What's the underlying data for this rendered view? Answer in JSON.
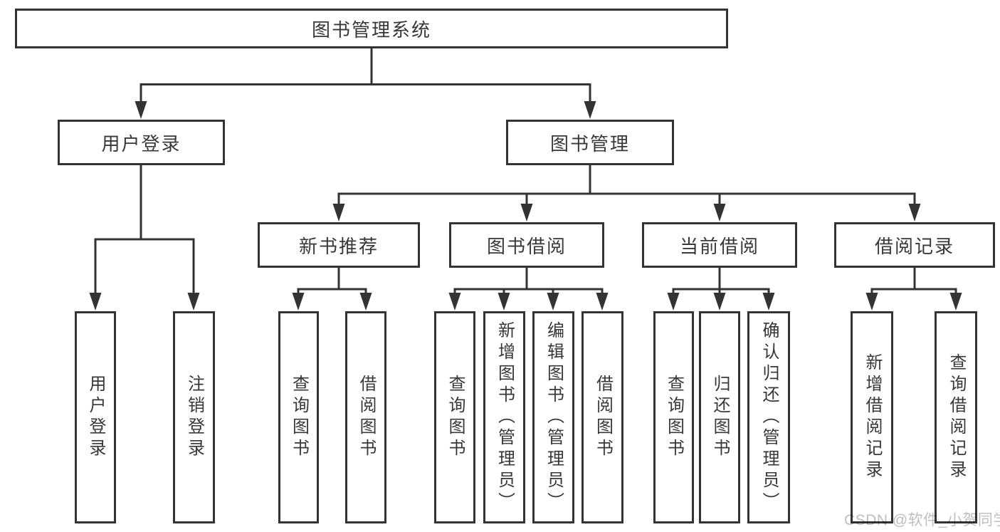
{
  "tree": {
    "root": "图书管理系统",
    "branches": [
      {
        "label": "用户登录",
        "leaves": [
          "用户登录",
          "注销登录"
        ]
      },
      {
        "label": "图书管理",
        "groups": [
          {
            "label": "新书推荐",
            "leaves": [
              "查询图书",
              "借阅图书"
            ]
          },
          {
            "label": "图书借阅",
            "leaves": [
              "查询图书",
              "新增图书（管理员）",
              "编辑图书（管理员）",
              "借阅图书"
            ]
          },
          {
            "label": "当前借阅",
            "leaves": [
              "查询图书",
              "归还图书",
              "确认归还（管理员）"
            ]
          },
          {
            "label": "借阅记录",
            "leaves": [
              "新增借阅记录",
              "查询借阅记录"
            ]
          }
        ]
      }
    ]
  },
  "watermark": "CSDN @软件_小贺同学",
  "colors": {
    "line": "#333333",
    "text": "#383838",
    "watermark": "#bfbfbf",
    "background": "#ffffff"
  }
}
